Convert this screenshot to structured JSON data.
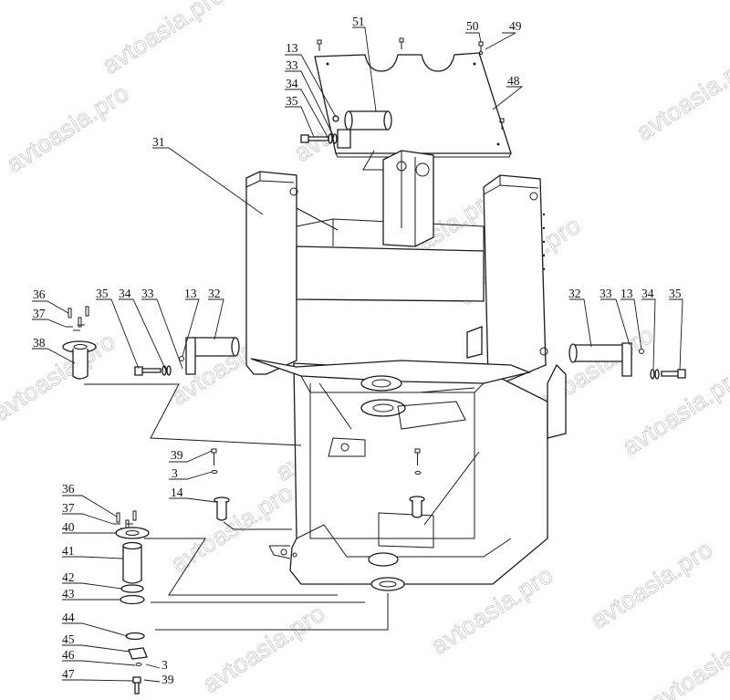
{
  "watermark": {
    "text": "avtoasia.pro"
  },
  "callouts": {
    "c51": "51",
    "c50": "50",
    "c49": "49",
    "c48": "48",
    "c13a": "13",
    "c33a": "33",
    "c34a": "34",
    "c35a": "35",
    "c31": "31",
    "c36a": "36",
    "c37a": "37",
    "c38": "38",
    "c35b": "35",
    "c34b": "34",
    "c33b": "33",
    "c13b": "13",
    "c32a": "32",
    "c32b": "32",
    "c33c": "33",
    "c13c": "13",
    "c34c": "34",
    "c35c": "35",
    "c39a": "39",
    "c3a": "3",
    "c14": "14",
    "c36b": "36",
    "c37b": "37",
    "c40": "40",
    "c41": "41",
    "c42": "42",
    "c43": "43",
    "c44": "44",
    "c45": "45",
    "c3b": "3",
    "c46": "46",
    "c39b": "39",
    "c47": "47"
  }
}
